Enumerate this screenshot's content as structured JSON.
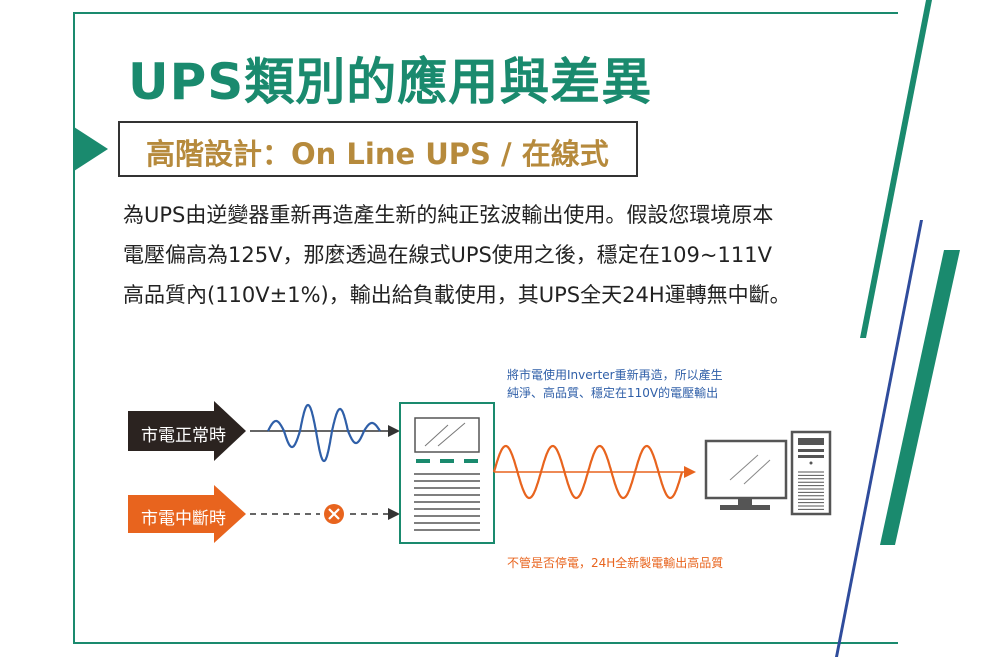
{
  "title": "UPS類別的應用與差異",
  "subtitle": "高階設計：On Line UPS / 在線式",
  "paragraph": [
    "為UPS由逆變器重新再造產生新的純正弦波輸出使用。假設您環境原本",
    "電壓偏高為125V，那麼透過在線式UPS使用之後，穩定在109~111V",
    "高品質內(110V±1%)，輸出給負載使用，其UPS全天24H運轉無中斷。"
  ],
  "diagram": {
    "normal_label": "市電正常時",
    "outage_label": "市電中斷時",
    "inverter_note": [
      "將市電使用Inverter重新再造，所以產生",
      "純淨、高品質、穩定在110V的電壓輸出"
    ],
    "output_note": "不管是否停電，24H全新製電輸出高品質"
  },
  "colors": {
    "accent_green": "#1a8a6e",
    "gold": "#b68a3c",
    "input_wave_blue": "#2f5fa8",
    "output_wave_orange": "#e8641e",
    "dark_label": "#2b2320",
    "note_blue": "#2f5fa8"
  },
  "icons": [
    "ups-device-icon",
    "monitor-icon",
    "pc-tower-icon",
    "cross-circle-icon"
  ]
}
